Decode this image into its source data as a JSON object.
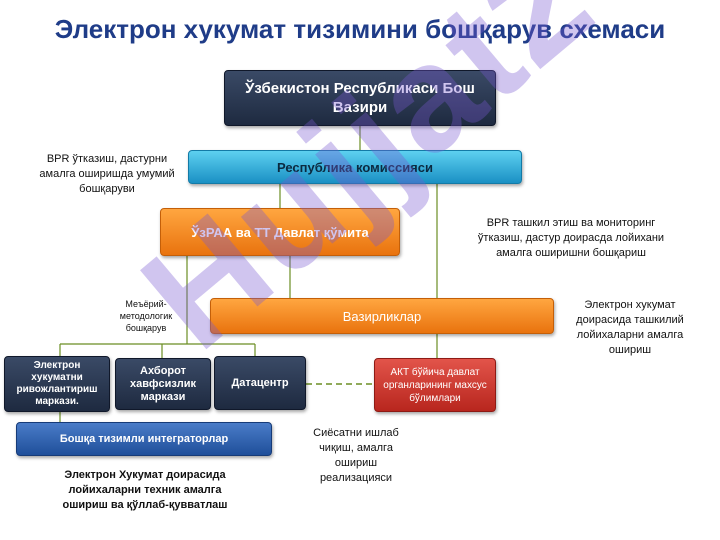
{
  "title": "Электрон хукумат тизимини бошқарув схемаси",
  "boxes": {
    "prime_minister": "Ўзбекистон Республикаси Бош Вазири",
    "republic_commission": "Республика комиссияси",
    "uzraa": "ЎзРАА ва ТТ Давлат қўмита",
    "ministries": "Вазирликлар",
    "e_gov_center": "Электрон хукуматни ривожлантириш маркази.",
    "security_center": "Ахборот хавфсизлик маркази",
    "datacenter": "Датацентр",
    "ict_units": "АКТ бўйича давлат органларининг махсус бўлимлари",
    "integrators": "Бошқа тизимли интеграторлар"
  },
  "notes": {
    "bpr_general": "BPR ўтказиш, дастурни амалга оширишда умумий бошқаруви",
    "bpr_monitoring": "BPR ташкил этиш ва мониторинг ўтказиш, дастур доирасда лойихани амалга оширишни бошқариш",
    "normative": "Меъёрий-методологик бошқарув",
    "e_gov_projects": "Электрон хукумат доирасида ташкилий лойихаларни амалга ошириш",
    "policy": "Сиёсатни ишлаб чиқиш, амалга ошириш реализацияси",
    "technical": "Электрон Хукумат доирасида лойихаларни техник амалга ошириш ва қўллаб-қувватлаш"
  },
  "watermark": "Hujjat24",
  "colors": {
    "title": "#1f3c88",
    "navy": "#1e2a40",
    "cyan": "#1a90c4",
    "orange": "#e9730e",
    "red": "#b8261e",
    "blue": "#1f4f9a",
    "connector": "#6b8e23"
  }
}
